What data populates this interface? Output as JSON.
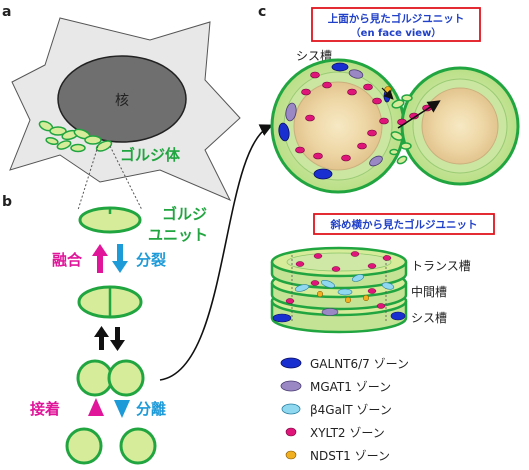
{
  "panels": {
    "a": "a",
    "b": "b",
    "c": "c"
  },
  "panel_a": {
    "nucleus": "核",
    "golgi": "ゴルジ体"
  },
  "panel_b": {
    "golgi_unit_line1": "ゴルジ",
    "golgi_unit_line2": "ユニット",
    "fusion": "融合",
    "fission": "分裂",
    "adhesion": "接着",
    "separation": "分離"
  },
  "panel_c": {
    "top_title": "上面から見たゴルジユニット",
    "top_subtitle": "（en face view）",
    "cis_top": "シス槽",
    "side_title": "斜め横から見たゴルジユニット",
    "trans": "トランス槽",
    "medial": "中間槽",
    "cis_side": "シス槽"
  },
  "legend": [
    {
      "label": "GALNT6/7 ゾーン",
      "color": "#1a2fd0",
      "shape": "blue-ellipse-icon"
    },
    {
      "label": "MGAT1 ゾーン",
      "color": "#9a88c4",
      "shape": "purple-ellipse-icon"
    },
    {
      "label": "β4GalT ゾーン",
      "color": "#8fd8f0",
      "shape": "lightblue-ellipse-icon"
    },
    {
      "label": "XYLT2 ゾーン",
      "color": "#e0157a",
      "shape": "pink-dot-icon"
    },
    {
      "label": "NDST1 ゾーン",
      "color": "#f0b020",
      "shape": "orange-dot-icon"
    }
  ],
  "colors": {
    "green": "#21a540",
    "magenta": "#e0159a",
    "blue": "#1d9ad8",
    "unit_fill": "#d6ec9a"
  }
}
